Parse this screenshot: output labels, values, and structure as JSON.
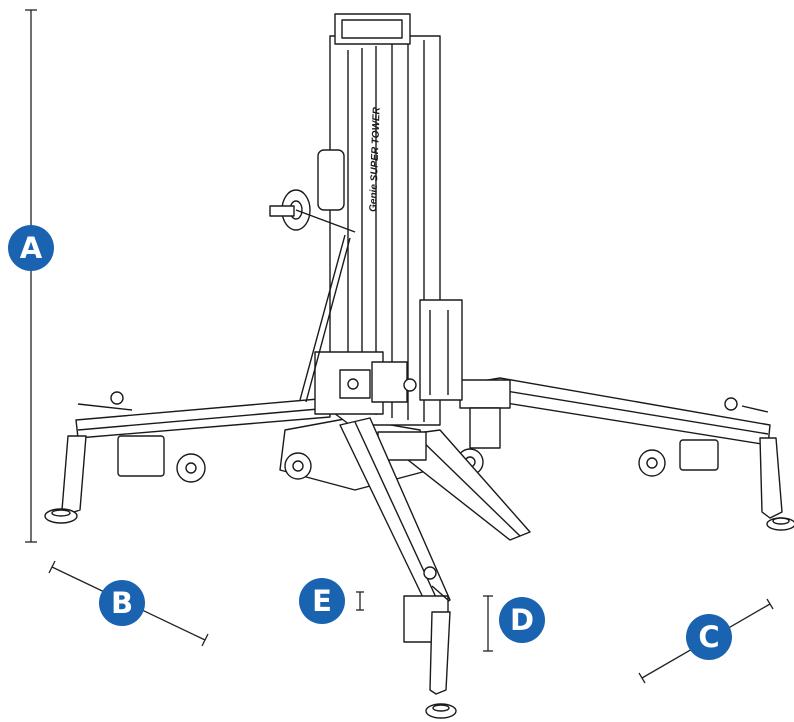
{
  "brand_text": "Genie SUPER TOWER",
  "accent_color": "#1a63b0",
  "labels": {
    "a": "A",
    "b": "B",
    "c": "C",
    "d": "D",
    "e": "E"
  }
}
